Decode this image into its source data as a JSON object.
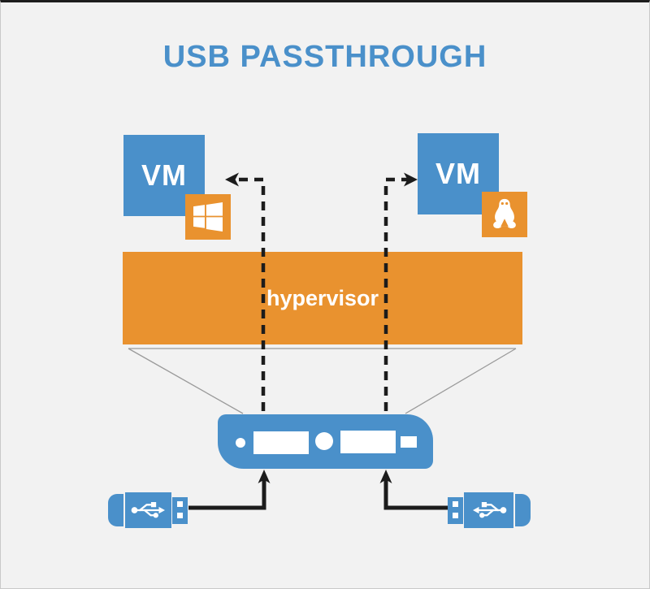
{
  "title": "USB PASSTHROUGH",
  "diagram": {
    "vms": [
      {
        "label": "VM",
        "os": "Windows",
        "icon": "windows-logo-icon"
      },
      {
        "label": "VM",
        "os": "Linux",
        "icon": "tux-logo-icon"
      }
    ],
    "hypervisor_label": "hypervisor",
    "host_machine": "host-machine",
    "usb_drives": [
      "usb-flash-drive-left",
      "usb-flash-drive-right"
    ],
    "flow": "USB drives connect to host machine; hypervisor passes devices through to VMs"
  },
  "colors": {
    "background": "#f2f2f2",
    "blue": "#4a90ca",
    "orange": "#e9922f",
    "arrow_black": "#1c1c1c",
    "funnel_gray": "#9a9a9a",
    "title_blue": "#4a90ca",
    "text_white": "#ffffff"
  }
}
